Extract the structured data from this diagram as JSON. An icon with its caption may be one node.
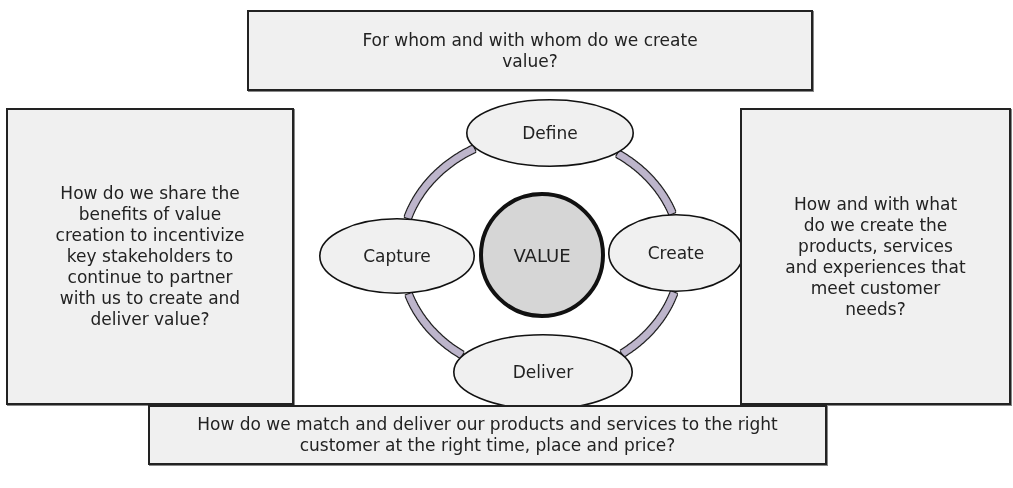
{
  "diagram": {
    "nodes": [
      {
        "text": [
          "For whom and with whom do we create value?"
        ]
      },
      {
        "text": [
          "How do we share the benefits of value creation to incentivize key stakeholders to continue to partner with us to create and deliver value?"
        ]
      },
      {
        "text": [
          "Define"
        ]
      },
      {
        "text": [
          "Capture"
        ]
      },
      {
        "text": [
          "VALUE"
        ]
      },
      {
        "text": [
          "Create"
        ]
      },
      {
        "text": [
          "Deliver"
        ]
      },
      {
        "text": [
          "How and with what do we create the products, services and experiences that meet customer needs?"
        ]
      },
      {
        "text": [
          "How do we match and deliver our products and services to the right customer at the right time, place and price?"
        ]
      }
    ],
    "edges": [
      {
        "from": 2,
        "to": 5,
        "arrow": "none"
      },
      {
        "from": 5,
        "to": 6,
        "arrow": "none"
      },
      {
        "from": 6,
        "to": 3,
        "arrow": "none"
      },
      {
        "from": 3,
        "to": 2,
        "arrow": "none"
      }
    ]
  }
}
